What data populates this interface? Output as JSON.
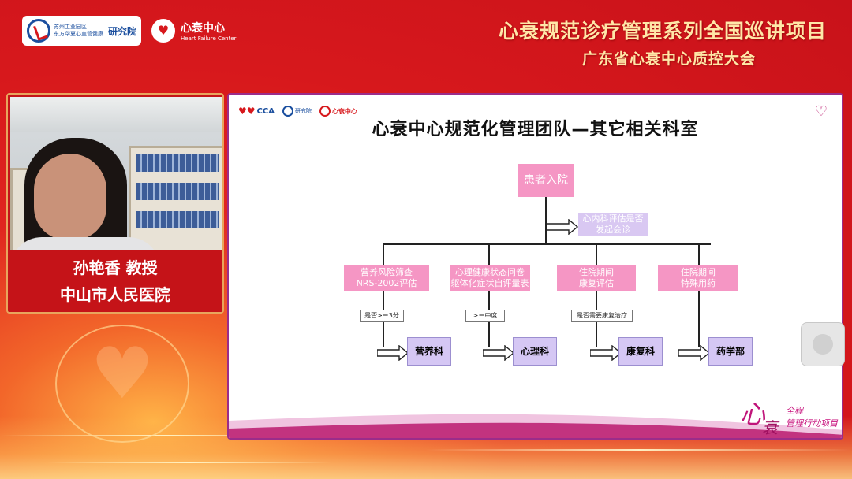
{
  "header": {
    "title": "心衰规范诊疗管理系列全国巡讲项目",
    "subtitle": "广东省心衰中心质控大会",
    "logos": {
      "institute_top": "苏州工业园区",
      "institute_bottom": "东方华夏心血管健康",
      "institute_name": "研究院",
      "hf_center_cn": "心衰中心",
      "hf_center_en": "Heart Failure Center"
    }
  },
  "speaker": {
    "name": "孙艳香 教授",
    "organization": "中山市人民医院"
  },
  "slide": {
    "logos": {
      "cca": "CCA",
      "institute": "研究院",
      "hf_center": "心衰中心"
    },
    "title": "心衰中心规范化管理团队—其它相关科室",
    "flowchart": {
      "root": "患者入院",
      "side_note": [
        "心内科评估是否",
        "发起会诊"
      ],
      "branches": [
        {
          "line1": "营养风险筛查",
          "line2": "NRS-2002评估",
          "condition": "是否>＝3分",
          "department": "营养科"
        },
        {
          "line1": "心理健康状态问卷",
          "line2": "躯体化症状自评量表",
          "condition": ">＝中度",
          "department": "心理科"
        },
        {
          "line1": "住院期间",
          "line2": "康复评估",
          "condition": "是否需要康复治疗",
          "department": "康复科"
        },
        {
          "line1": "住院期间",
          "line2": "特殊用药",
          "condition": "",
          "department": "药学部"
        }
      ]
    },
    "signature": {
      "big1": "心",
      "big2": "衰",
      "small1": "全程",
      "small2": "管理行动项目"
    }
  },
  "colors": {
    "background_red": "#d7181c",
    "title_gold": "#ffe7a8",
    "flow_pink": "#f596c4",
    "flow_lavender": "#d5c7f4",
    "slide_border": "#9b2c8a"
  }
}
